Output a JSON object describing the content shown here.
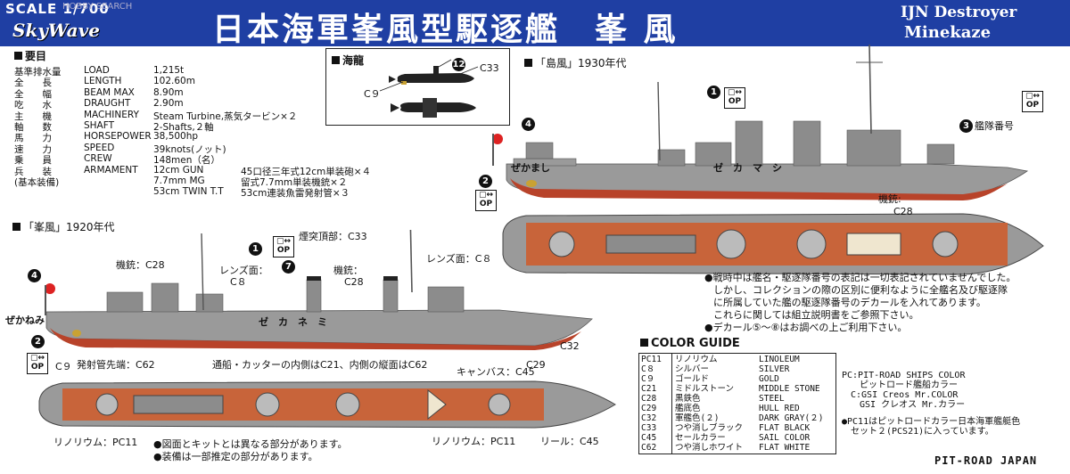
{
  "header": {
    "scale": "SCALE 1/700",
    "logo": "SkyWave",
    "watermark": "HOBBY SEARCH",
    "title_jp": "日本海軍峯風型駆逐艦　峯 風",
    "title_en_1": "IJN Destroyer",
    "title_en_2": "Minekaze"
  },
  "spec": {
    "title": "要目",
    "rows": [
      {
        "jp": "基準排水量",
        "en": "LOAD",
        "val": "1,215t",
        "extra": ""
      },
      {
        "jp": "全　　長",
        "en": "LENGTH",
        "val": "102.60m",
        "extra": ""
      },
      {
        "jp": "全　　幅",
        "en": "BEAM MAX",
        "val": "8.90m",
        "extra": ""
      },
      {
        "jp": "吃　　水",
        "en": "DRAUGHT",
        "val": "2.90m",
        "extra": ""
      },
      {
        "jp": "主　　機",
        "en": "MACHINERY",
        "val": "Steam Turbine,蒸気タービン×２",
        "extra": ""
      },
      {
        "jp": "軸　　数",
        "en": "SHAFT",
        "val": "2-Shafts,２軸",
        "extra": ""
      },
      {
        "jp": "馬　　力",
        "en": "HORSEPOWER",
        "val": "38,500hp",
        "extra": ""
      },
      {
        "jp": "速　　力",
        "en": "SPEED",
        "val": "39knots(ノット)",
        "extra": ""
      },
      {
        "jp": "乗　　員",
        "en": "CREW",
        "val": "148men（名）",
        "extra": ""
      },
      {
        "jp": "兵　　装",
        "en": "ARMAMENT",
        "val": "12cm GUN",
        "extra": "45口径三年式12cm単装砲×４"
      },
      {
        "jp": "(基本装備)",
        "en": "",
        "val": "7.7mm MG",
        "extra": "留式7.7mm単装機銃×２"
      },
      {
        "jp": "",
        "en": "",
        "val": "53cm TWIN T.T",
        "extra": "53cm連装魚雷発射管×３"
      }
    ]
  },
  "kairyu": {
    "title": "海龍",
    "label_c33": "C33",
    "label_c9": "C９",
    "num": "12"
  },
  "shimakaze": {
    "title": "「島風」1930年代",
    "hull_number_label": "艦隊番号",
    "hull_number": "3",
    "bow_name": "ぜかまし",
    "hull_text": "ゼ　カ　マ　シ",
    "mg_label": "機銃:",
    "mg_color": "C28"
  },
  "minekaze": {
    "title": "「峯風」1920年代",
    "bow_name": "ぜかねみ",
    "hull_text": "ゼ　カ　ネ　ミ",
    "labels": {
      "funnel_top": "煙突頂部：C33",
      "mg_left": "機銃：C28",
      "lens_left": "レンズ面：",
      "lens_left_c": "C８",
      "mg_mid": "機銃：",
      "mg_mid_c": "C28",
      "lens_right": "レンズ面：C８",
      "c9": "C９",
      "c29": "C29",
      "c32": "C32"
    }
  },
  "deck": {
    "tube_end": "発射管先端：C62",
    "boat": "通船・カッターの内側はC21、内側の縦面はC62",
    "canvas": "キャンバス：C45",
    "linoleum_left": "リノリウム：PC11",
    "linoleum_mid": "リノリウム：PC11",
    "reel": "リール：C45",
    "note1": "●図面とキットとは異なる部分があります。",
    "note2": "●装備は一部推定の部分があります。"
  },
  "badges": {
    "n1": "1",
    "n2": "2",
    "n3": "3",
    "n4": "4",
    "n7": "7",
    "op": "OP"
  },
  "notes": {
    "l1": "●戦時中は艦名・駆逐隊番号の表記は一切表記されていませんでした。",
    "l2": "しかし、コレクションの際の区別に便利なように全艦名及び駆逐隊",
    "l3": "に所属していた艦の駆逐隊番号のデカールを入れてあります。",
    "l4": "これらに関しては組立説明書をご参照下さい。",
    "l5": "●デカール⑤～⑧はお調べの上ご利用下さい。"
  },
  "color_guide": {
    "title": "COLOR GUIDE",
    "rows": [
      {
        "code": "PC11",
        "jp": "リノリウム",
        "en": "LINOLEUM"
      },
      {
        "code": "C８",
        "jp": "シルバー",
        "en": "SILVER"
      },
      {
        "code": "C９",
        "jp": "ゴールド",
        "en": "GOLD"
      },
      {
        "code": "C21",
        "jp": "ミドルストーン",
        "en": "MIDDLE STONE"
      },
      {
        "code": "C28",
        "jp": "黒鉄色",
        "en": "STEEL"
      },
      {
        "code": "C29",
        "jp": "艦底色",
        "en": "HULL RED"
      },
      {
        "code": "C32",
        "jp": "軍艦色(２)",
        "en": "DARK GRAY(２)"
      },
      {
        "code": "C33",
        "jp": "つや消しブラック",
        "en": "FLAT BLACK"
      },
      {
        "code": "C45",
        "jp": "セールカラー",
        "en": "SAIL COLOR"
      },
      {
        "code": "C62",
        "jp": "つや消しホワイト",
        "en": "FLAT WHITE"
      }
    ],
    "legend1": "PC:PIT-ROAD SHIPS COLOR",
    "legend2": "　　ピットロード艦船カラー",
    "legend3": "　C:GSI Creos Mr.COLOR",
    "legend4": "　　GSI クレオス Mr.カラー",
    "legend5": "●PC11はピットロードカラー日本海軍艦艇色",
    "legend6": "　セット２(PCS21)に入っています。",
    "maker": "PIT-ROAD JAPAN"
  },
  "colors": {
    "header_blue": "#1f3fa3",
    "hull_gray": "#9a9a9a",
    "hull_red": "#b8432a",
    "deck_linoleum": "#c8643a",
    "canvas": "#efe6cf"
  }
}
